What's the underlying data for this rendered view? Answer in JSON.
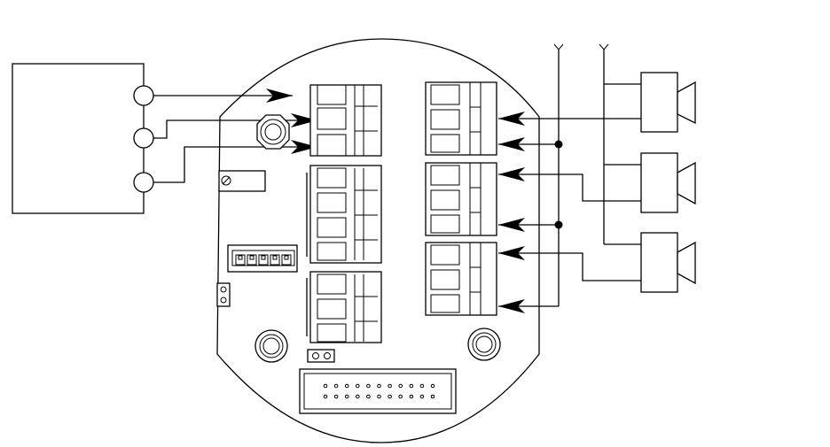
{
  "diagram": {
    "colors": {
      "stroke": "#000000",
      "background": "#ffffff"
    },
    "components": [
      "external-device-box",
      "terminal-board",
      "upper-left-terminal-block",
      "middle-left-terminal-block",
      "lower-left-terminal-block",
      "right-terminal-block-1",
      "right-terminal-block-2",
      "right-terminal-block-3",
      "cable-gland",
      "mounting-screw",
      "potentiometer",
      "dip-switch",
      "jumper",
      "ribbon-connector",
      "speaker-1",
      "speaker-2",
      "speaker-3",
      "supply-line-1",
      "supply-line-2"
    ],
    "dip_switch_positions": 5,
    "ribbon_connector_pins": 22,
    "speaker_count": 3,
    "supply_line_count": 2
  }
}
